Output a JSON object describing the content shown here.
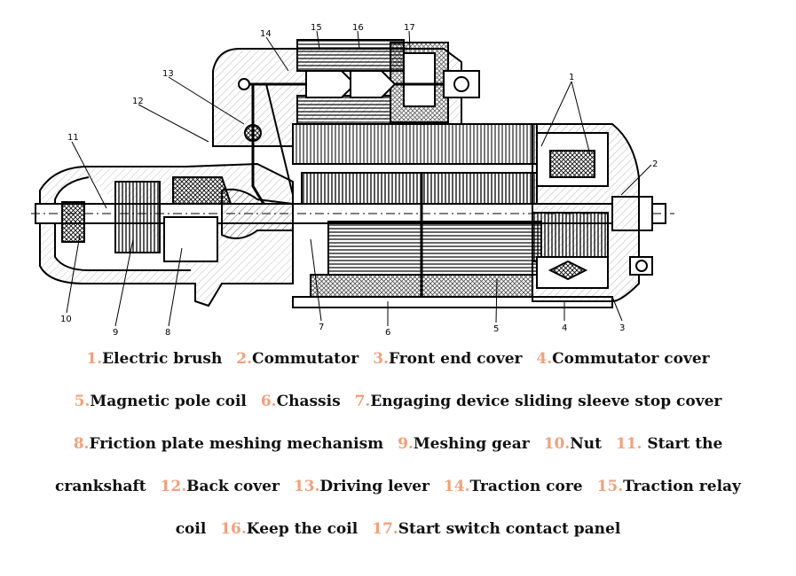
{
  "diagram": {
    "callout_numbers": [
      "1",
      "2",
      "3",
      "4",
      "5",
      "6",
      "7",
      "8",
      "9",
      "10",
      "11",
      "12",
      "13",
      "14",
      "15",
      "16",
      "17"
    ]
  },
  "legend": {
    "lines": [
      [
        {
          "num": "1.",
          "text": "Electric brush"
        },
        {
          "num": "2.",
          "text": "Commutator"
        },
        {
          "num": "3.",
          "text": "Front end cover"
        },
        {
          "num": "4.",
          "text": "Commutator cover"
        }
      ],
      [
        {
          "num": "5.",
          "text": "Magnetic pole coil"
        },
        {
          "num": "6.",
          "text": "Chassis"
        },
        {
          "num": "7.",
          "text": "Engaging device sliding sleeve stop cover"
        }
      ],
      [
        {
          "num": "8.",
          "text": "Friction plate meshing mechanism"
        },
        {
          "num": "9.",
          "text": "Meshing gear"
        },
        {
          "num": "10.",
          "text": "Nut"
        },
        {
          "num": "11.",
          "text": " Start the"
        }
      ],
      [
        {
          "num": "",
          "text": "crankshaft"
        },
        {
          "num": "12.",
          "text": "Back cover"
        },
        {
          "num": "13.",
          "text": "Driving lever"
        },
        {
          "num": "14.",
          "text": "Traction core"
        },
        {
          "num": "15.",
          "text": "Traction relay"
        }
      ],
      [
        {
          "num": "",
          "text": "coil"
        },
        {
          "num": "16.",
          "text": "Keep the coil"
        },
        {
          "num": "17.",
          "text": "Start switch contact panel"
        }
      ]
    ]
  },
  "colors": {
    "number_color": "#f0a17d",
    "text_color": "#111111",
    "line_color": "#000000"
  }
}
